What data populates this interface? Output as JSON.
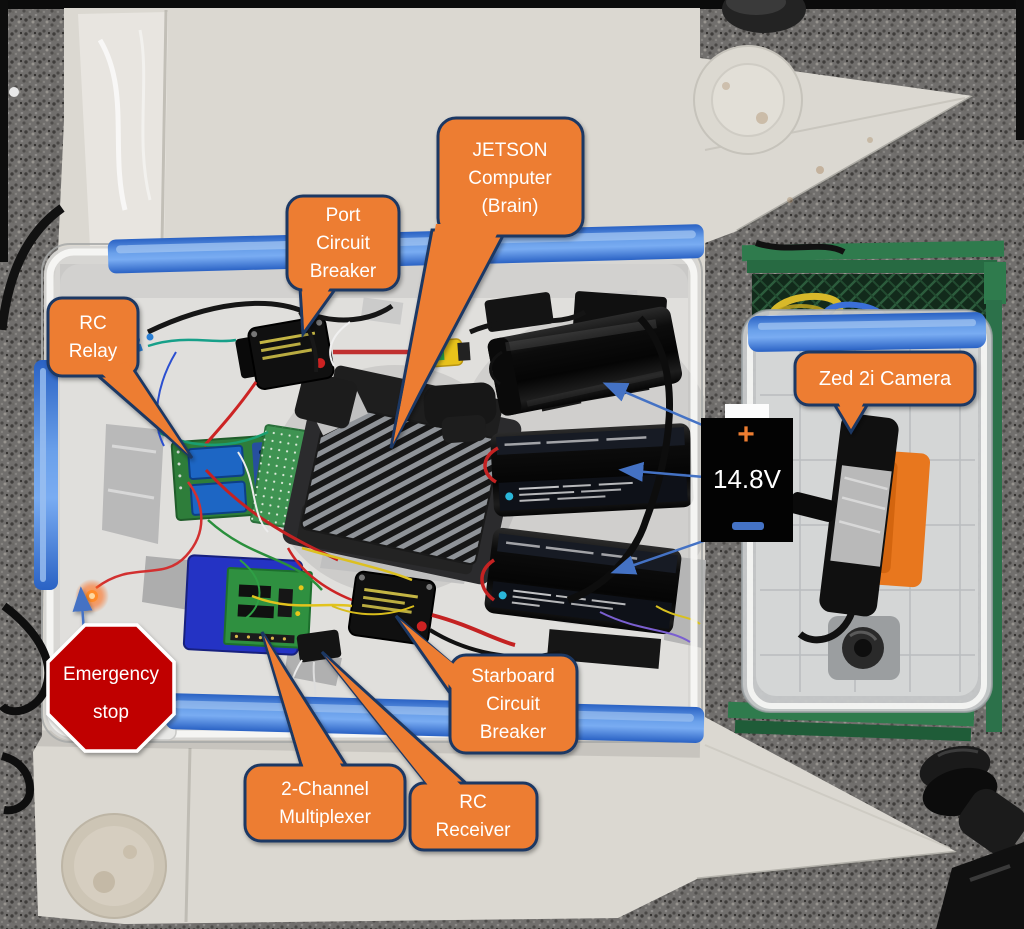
{
  "colors": {
    "callout_fill": "#ED7D31",
    "callout_border": "#1F3864",
    "callout_text": "#FFFFFF",
    "stop_sign_fill": "#C00000",
    "arrow_blue": "#4472C4",
    "hull_white": "#DDDAD3",
    "lid_blue": "#3A77D8",
    "cart_green": "#2F7B4D"
  },
  "callouts": {
    "jetson": {
      "line1": "JETSON",
      "line2": "Computer",
      "line3": "(Brain)"
    },
    "port_breaker": {
      "line1": "Port",
      "line2": "Circuit",
      "line3": "Breaker"
    },
    "rc_relay": {
      "line1": "RC",
      "line2": "Relay"
    },
    "zed_camera": {
      "line1": "Zed 2i Camera"
    },
    "starboard_breaker": {
      "line1": "Starboard",
      "line2": "Circuit",
      "line3": "Breaker"
    },
    "multiplexer": {
      "line1": "2-Channel",
      "line2": "Multiplexer"
    },
    "rc_receiver": {
      "line1": "RC",
      "line2": "Receiver"
    },
    "emergency_stop": {
      "line1": "Emergency",
      "line2": "stop"
    }
  },
  "battery_label": {
    "plus": "+",
    "voltage": "14.8V"
  }
}
